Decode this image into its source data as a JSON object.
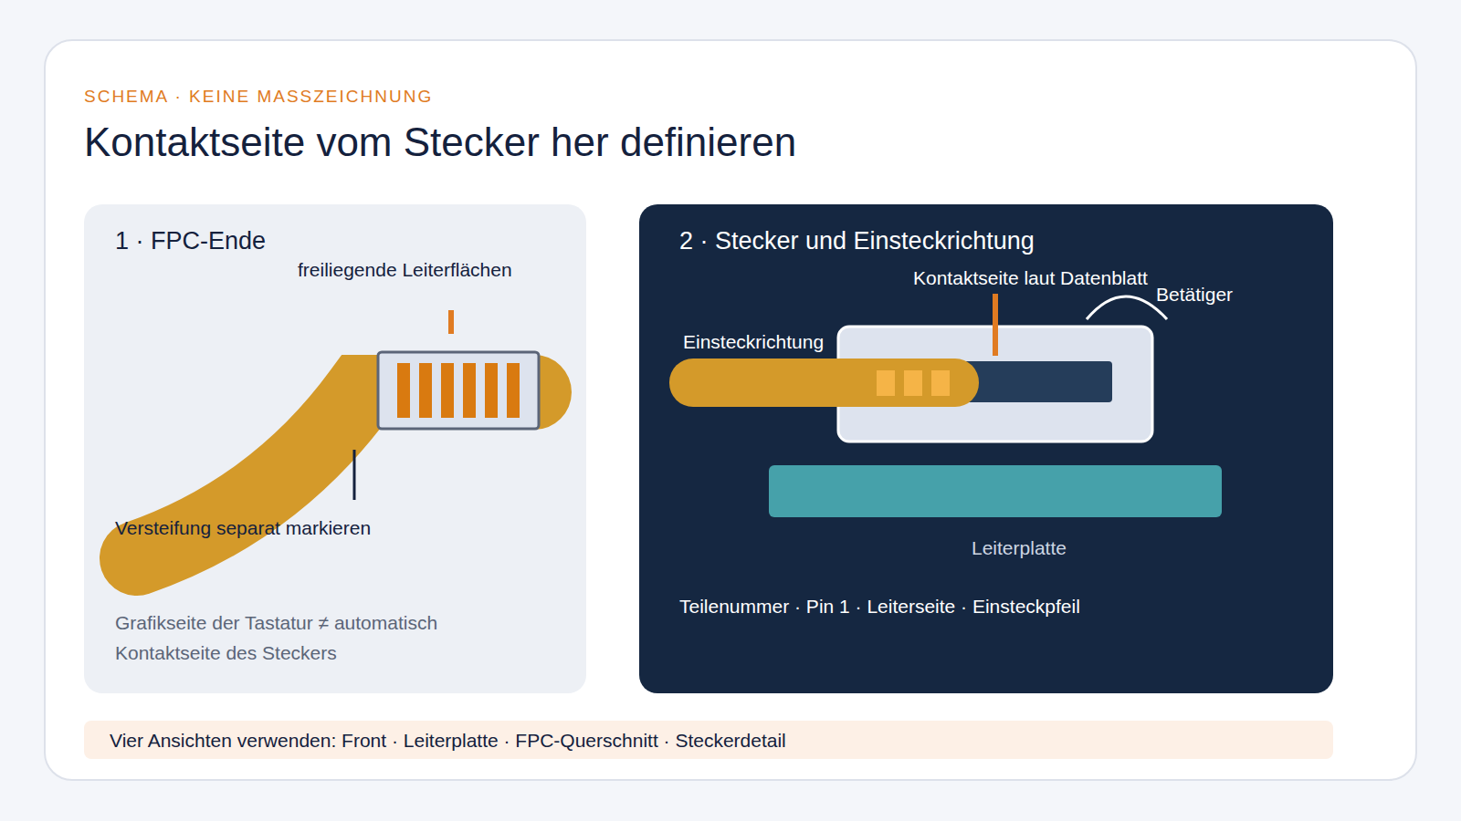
{
  "diagram": {
    "title": "Kontaktseite vom Stecker her definieren",
    "nodes": [
      {
        "text": [
          "1 · FPC-Ende",
          "Grafikseite der Tastatur ≠ automatisch Kontaktseite des Steckers"
        ]
      },
      {
        "text": [
          "2 · Stecker und Einsteckrichtung",
          "Teilenummer · Pin 1 · Leiterseite · Einsteckpfeil"
        ]
      },
      {
        "text": [
          "Vier Ansichten verwenden: Front · Leiterplatte · FPC-Querschnitt · Steckerdetail"
        ]
      }
    ],
    "labels": [
      "SCHEMA · KEINE MASSZEICHNUNG",
      "freiliegende Leiterflächen",
      "Versteifung separat markieren",
      "Einsteckrichtung",
      "Kontaktseite laut Datenblatt",
      "Betätiger",
      "Leiterplatte"
    ]
  }
}
